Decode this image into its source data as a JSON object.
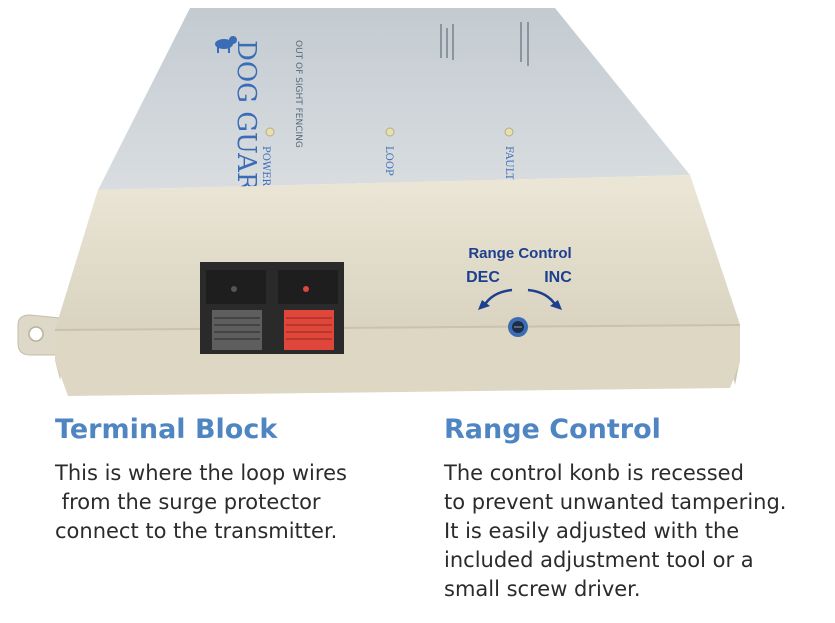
{
  "product": {
    "brand_logo_text": "DOG GUARD",
    "label_text": "OUT OF SIGHT FENCING"
  },
  "leds": [
    {
      "label": "POWER"
    },
    {
      "label": "LOOP"
    },
    {
      "label": "FAULT"
    }
  ],
  "range_control": {
    "title": "Range Control",
    "dec_label": "DEC",
    "inc_label": "INC"
  },
  "captions": {
    "terminal_block": {
      "title": "Terminal Block",
      "lines": [
        "This is where the loop wires",
        " from the surge protector",
        "connect to the transmitter."
      ]
    },
    "range": {
      "title": "Range Control",
      "lines": [
        "The control konb is recessed",
        "to prevent unwanted tampering.",
        "It is easily adjusted with the",
        "included adjustment tool or a",
        "small screw driver."
      ]
    }
  },
  "colors": {
    "housing": "#e7e2d2",
    "housing_shadow": "#d8d2bf",
    "top_panel": "#cdd4d9",
    "logo_blue": "#3a6db5",
    "caption_title": "#4f86c2",
    "terminal_red": "#e0473a",
    "terminal_gray": "#5e5e5e"
  }
}
